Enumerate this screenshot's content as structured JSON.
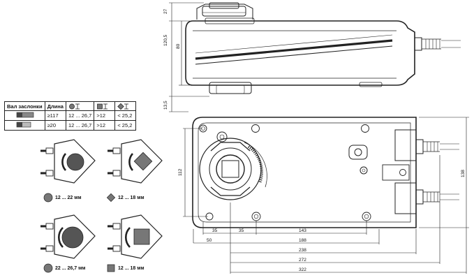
{
  "table": {
    "header_shaft": "Вал заслонки",
    "header_length": "Длина",
    "rows": [
      {
        "length": "≥117",
        "round": "12 ... 26,7",
        "square": ">12",
        "diag": "< 25,2"
      },
      {
        "length": "≥20",
        "round": "12 ... 26,7",
        "square": ">12",
        "diag": "< 25,2"
      }
    ]
  },
  "clamp_labels": [
    "12 ... 22 мм",
    "12 ... 18 мм",
    "22 ... 26,7 мм",
    "12 ... 18 мм"
  ],
  "dimensions": {
    "side_top": "27",
    "side_height": "120,5",
    "side_body": "80",
    "side_bottom": "13,5",
    "plan_height": "112",
    "overall_height": "138",
    "d35a": "35",
    "d35b": "35",
    "d143": "143",
    "d50": "50",
    "d188": "188",
    "d238": "238",
    "d272": "272",
    "d322": "322"
  }
}
